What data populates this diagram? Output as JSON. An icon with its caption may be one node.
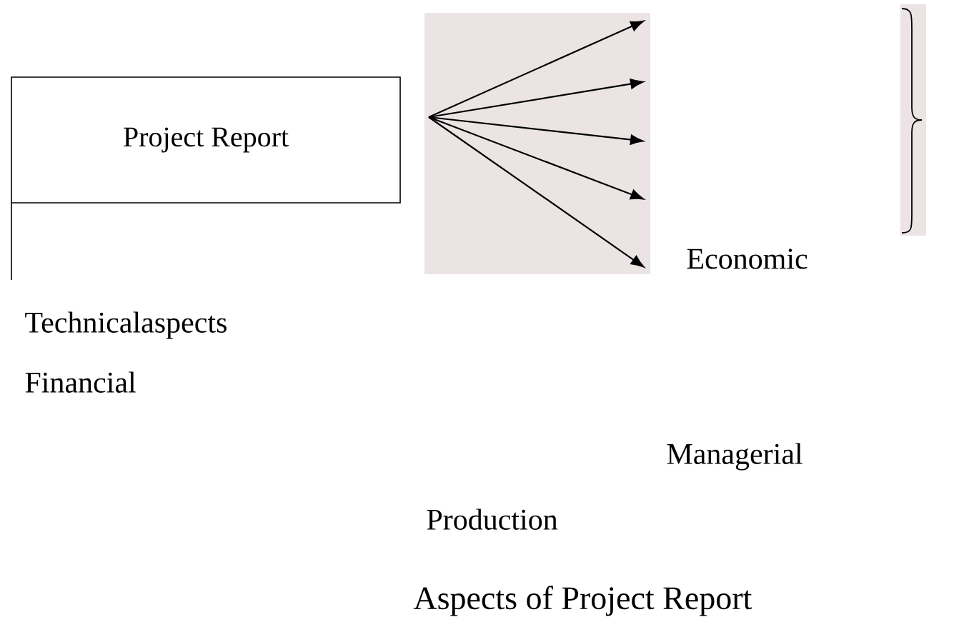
{
  "diagram": {
    "caption": "Aspects of Project Report",
    "nodes": [
      {
        "text": [
          "Project Report"
        ]
      }
    ],
    "labels": [
      "Economic",
      "Technicalaspects",
      "Financial",
      "Managerial",
      "Production"
    ]
  }
}
